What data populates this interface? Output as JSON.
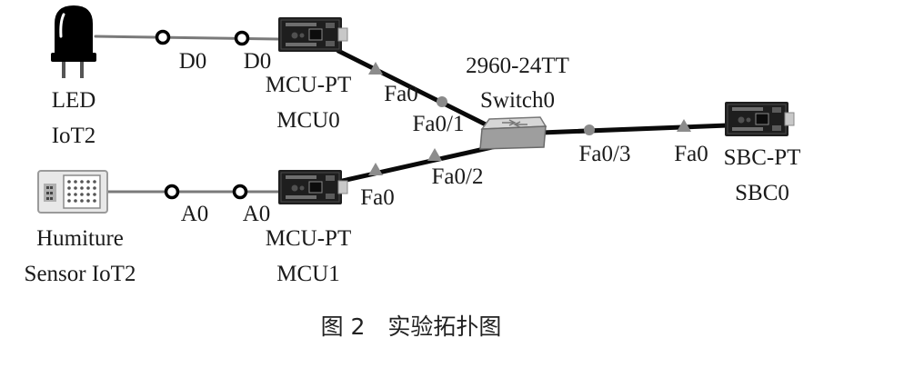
{
  "figure": {
    "caption": "图 2　实验拓扑图"
  },
  "devices": {
    "led": {
      "line1": "LED",
      "line2": "IoT2"
    },
    "humiture": {
      "line1": "Humiture",
      "line2": "Sensor IoT2"
    },
    "mcu0": {
      "line1": "MCU-PT",
      "line2": "MCU0"
    },
    "mcu1": {
      "line1": "MCU-PT",
      "line2": "MCU1"
    },
    "switch": {
      "line1": "2960-24TT",
      "line2": "Switch0"
    },
    "sbc": {
      "line1": "SBC-PT",
      "line2": "SBC0"
    }
  },
  "ports": {
    "led_d0": "D0",
    "mcu0_d0": "D0",
    "sensor_a0": "A0",
    "mcu1_a0": "A0",
    "mcu0_fa0": "Fa0",
    "switch_fa01": "Fa0/1",
    "mcu1_fa0": "Fa0",
    "switch_fa02": "Fa0/2",
    "switch_fa03": "Fa0/3",
    "sbc_fa0": "Fa0"
  },
  "icons": {
    "led": "led-bulb-icon",
    "humiture": "humiture-sensor-icon",
    "mcu": "circuit-board-icon",
    "switch": "network-switch-icon",
    "sbc": "circuit-board-icon"
  },
  "colors": {
    "ink": "#000000",
    "board": "#1e1e1e",
    "switch_top": "#b4b4b4",
    "port_marker": "#8a8a8a"
  }
}
